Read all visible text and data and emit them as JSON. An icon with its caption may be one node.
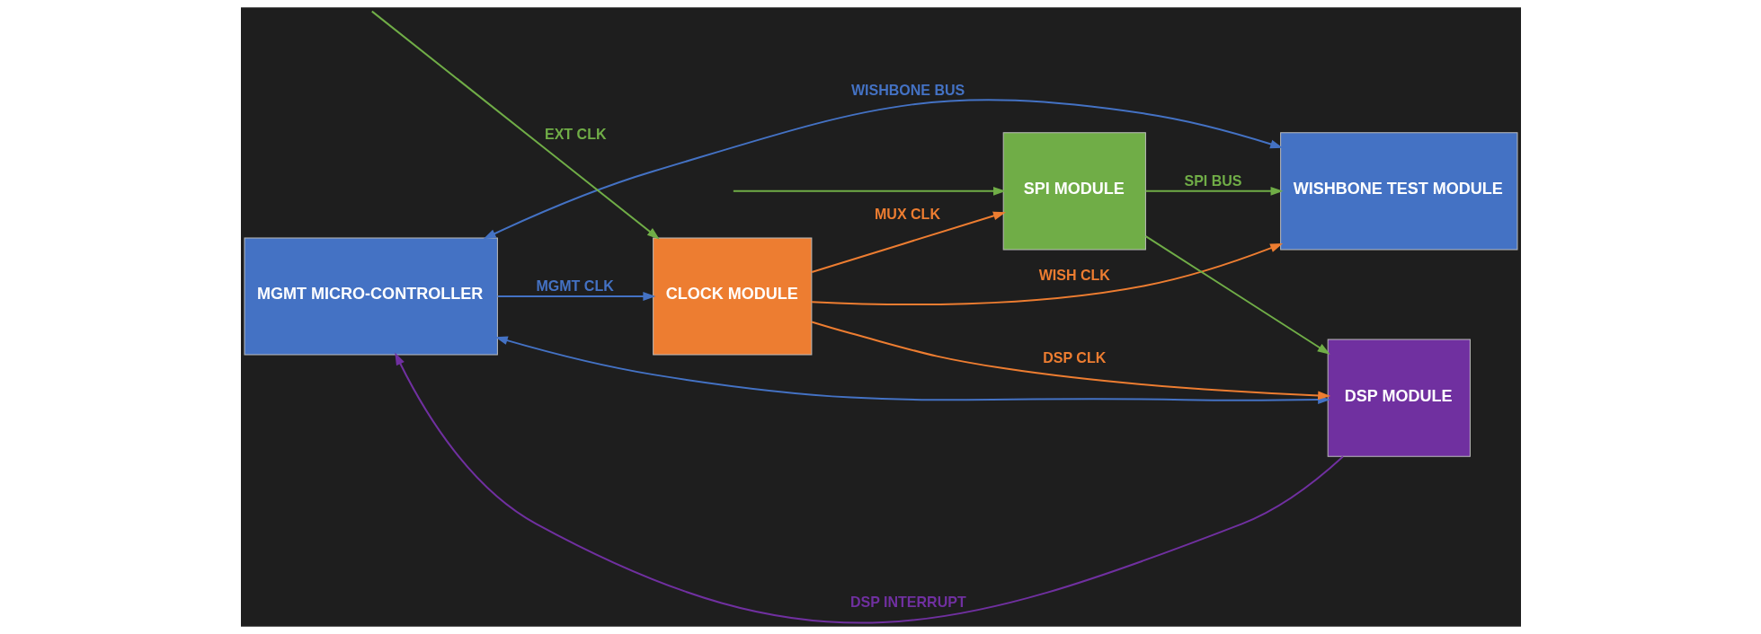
{
  "diagram": {
    "nodes": [
      {
        "text": [
          "MGMT MICRO-CONTROLLER"
        ]
      },
      {
        "text": [
          "CLOCK MODULE"
        ]
      },
      {
        "text": [
          "SPI MODULE"
        ]
      },
      {
        "text": [
          "WISHBONE TEST MODULE"
        ]
      },
      {
        "text": [
          "DSP MODULE"
        ]
      }
    ],
    "edges": [
      {
        "from": 0,
        "to": 1,
        "arrow": "to",
        "label": "MGMT CLK",
        "color": "#4472c4"
      },
      {
        "from": 1,
        "to": 2,
        "arrow": "to",
        "label": "MUX CLK",
        "color": "#ed7d31"
      },
      {
        "from": 1,
        "to": 3,
        "arrow": "to",
        "label": "WISH CLK",
        "color": "#ed7d31"
      },
      {
        "from": 1,
        "to": 4,
        "arrow": "to",
        "label": "DSP CLK",
        "color": "#ed7d31"
      },
      {
        "from": 4,
        "to": 0,
        "arrow": "to",
        "label": "DSP INTERRUPT",
        "color": "#7030a0"
      },
      {
        "from": null,
        "to": 1,
        "arrow": "to",
        "label": "EXT CLK",
        "color": "#70ad47"
      },
      {
        "from": null,
        "to": 2,
        "arrow": "to",
        "color": "#70ad47"
      },
      {
        "from": 0,
        "to": 3,
        "arrow": "both",
        "label": "WISHBONE BUS",
        "color": "#4472c4"
      },
      {
        "from": 0,
        "to": 4,
        "arrow": "both",
        "color": "#4472c4"
      },
      {
        "from": 2,
        "to": 3,
        "arrow": "to",
        "label": "SPI BUS",
        "color": "#70ad47"
      },
      {
        "from": 2,
        "to": 4,
        "arrow": "to",
        "color": "#70ad47"
      }
    ]
  }
}
